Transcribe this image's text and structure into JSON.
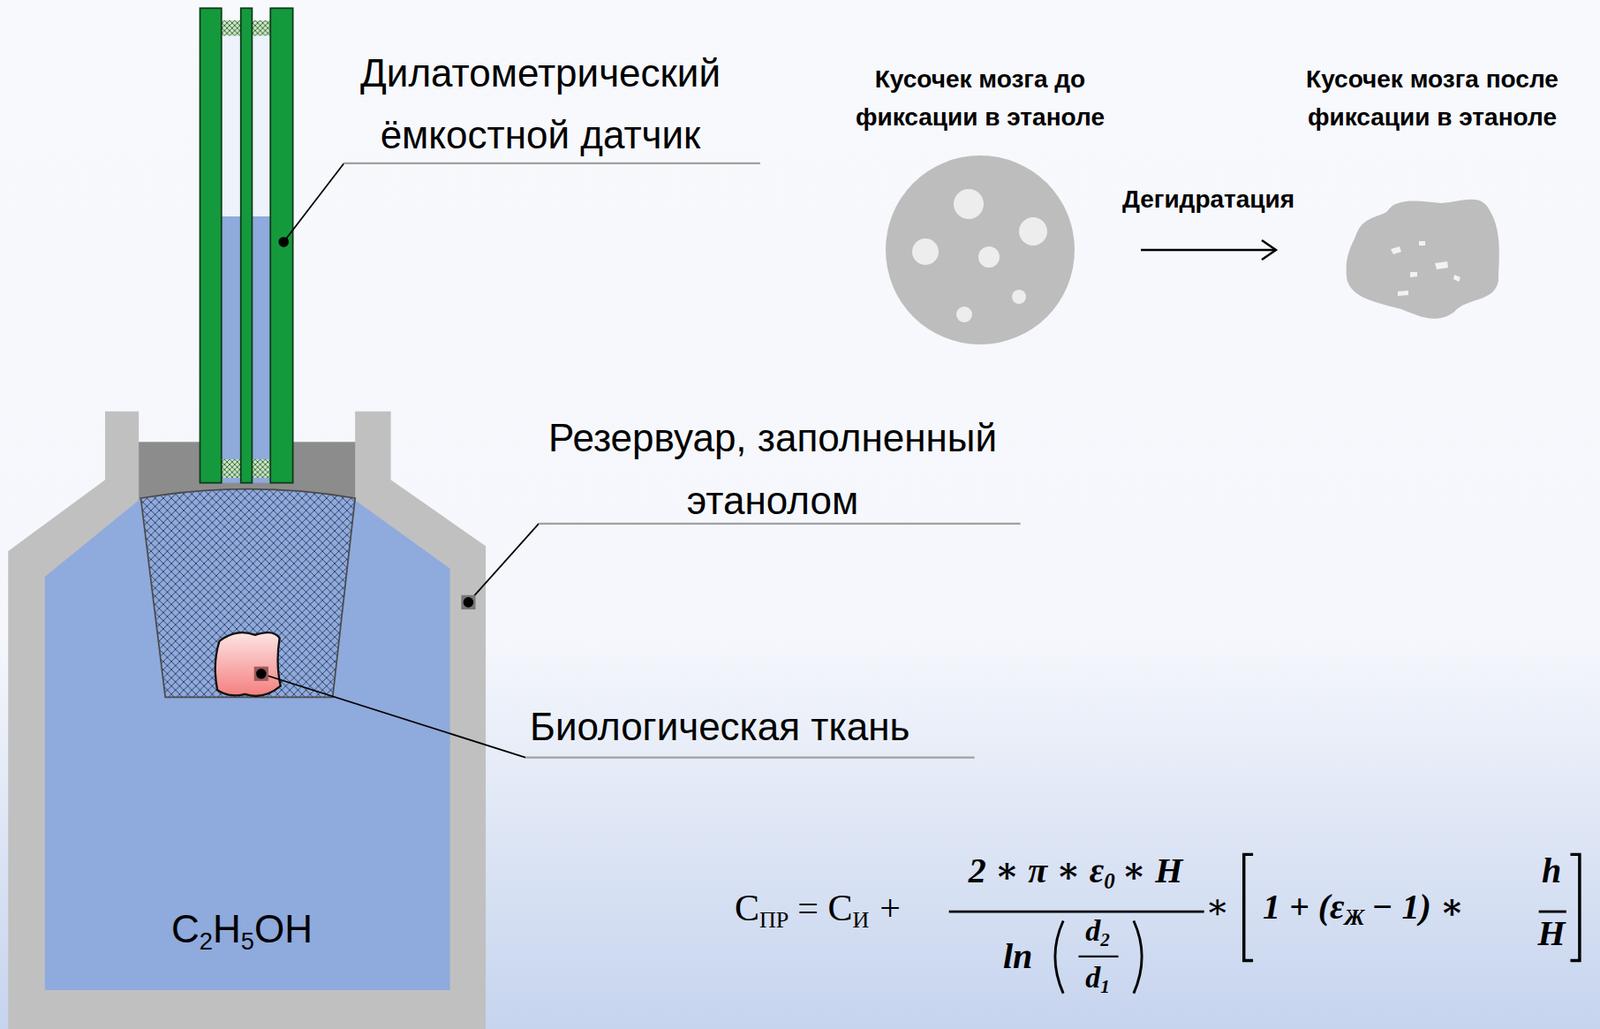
{
  "diagram": {
    "nodes": [
      {
        "text": [
          "Кусочек мозга до фиксации в этаноле"
        ]
      },
      {
        "text": [
          "Кусочек мозга после фиксации в этаноле"
        ]
      }
    ],
    "edges": [
      {
        "from": 0,
        "to": 1,
        "arrow": "to",
        "label": "Дегидратация"
      }
    ],
    "labels": [
      "Дилатометрический ёмкостной датчик",
      "Резервуар, заполненный этанолом",
      "Биологическая ткань",
      "C",
      "2",
      "H",
      "5",
      "OH",
      "С",
      "ПР",
      "= С",
      "И",
      "+",
      "2 ∗ π ∗ ε",
      "0",
      "∗ H",
      "ln",
      "d",
      "2",
      "d",
      "1",
      "∗",
      "1 + (ε",
      "Ж",
      "− 1) ∗",
      "h",
      "H"
    ]
  }
}
